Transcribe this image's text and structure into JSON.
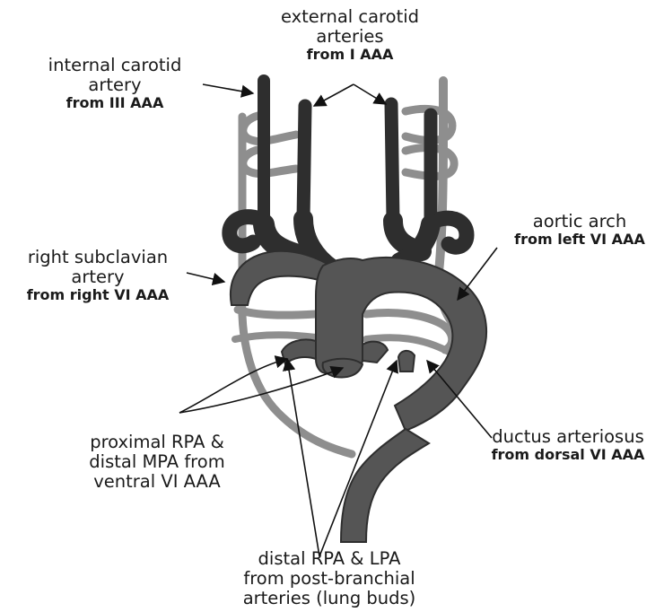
{
  "labels": {
    "internal_carotid": {
      "title_1": "internal carotid",
      "title_2": "artery",
      "origin": "from III AAA"
    },
    "external_carotid": {
      "title_1": "external carotid",
      "title_2": "arteries",
      "origin": "from I AAA"
    },
    "aortic_arch": {
      "title": "aortic arch",
      "origin": "from left VI AAA"
    },
    "right_subclavian": {
      "title_1": "right subclavian",
      "title_2": "artery",
      "origin": "from right VI AAA"
    },
    "ductus_arteriosus": {
      "title": "ductus arteriosus",
      "origin": "from dorsal VI AAA"
    },
    "proximal_rpa": {
      "line_1": "proximal RPA &",
      "line_2": "distal MPA from",
      "line_3": "ventral VI AAA"
    },
    "distal_rpa_lpa": {
      "line_1": "distal RPA & LPA",
      "line_2": "from post-branchial",
      "line_3": "arteries (lung buds)"
    }
  },
  "colors": {
    "vessel_dark": "#555555",
    "vessel_gray": "#8e8e8e",
    "text": "#1a1a1a",
    "background": "#ffffff"
  }
}
